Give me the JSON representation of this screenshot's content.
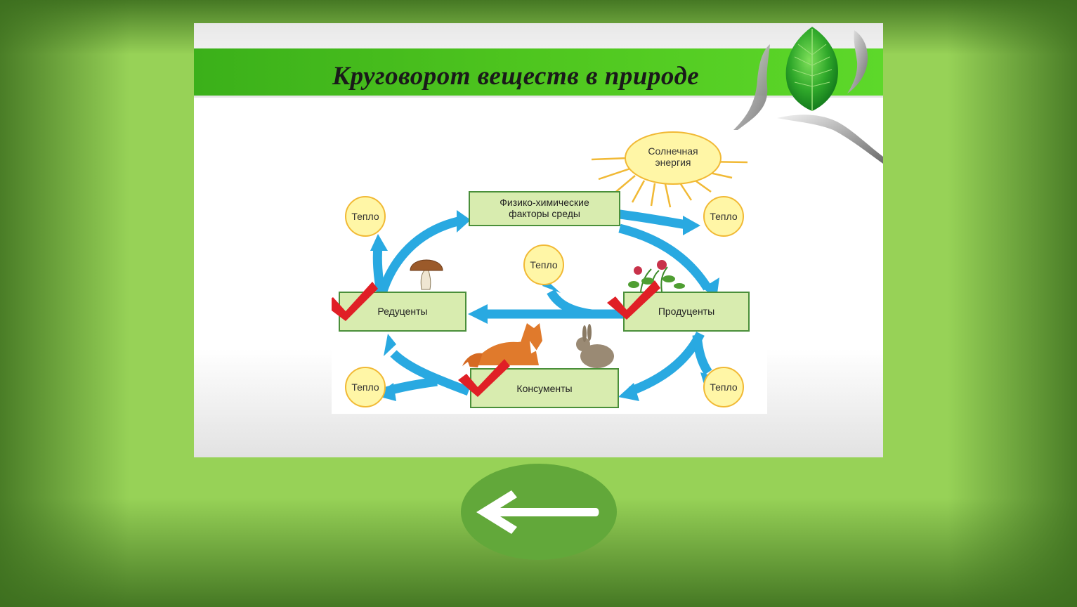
{
  "slide": {
    "title": "Круговорот веществ в природе"
  },
  "diagram": {
    "sun_line1": "Солнечная",
    "sun_line2": "энергия",
    "factors_line1": "Физико-химические",
    "factors_line2": "факторы среды",
    "reducers": "Редуценты",
    "producers": "Продуценты",
    "consumers": "Консументы",
    "heat": "Тепло"
  },
  "colors": {
    "arrow": "#29a9e1",
    "box_fill": "#d8ecaf",
    "box_border": "#4a8f3a",
    "heat_fill": "#fff6a6",
    "check": "#e01f26",
    "title_bar": "#4fc61f"
  },
  "navigation": {
    "back_icon": "arrow-left-icon"
  }
}
